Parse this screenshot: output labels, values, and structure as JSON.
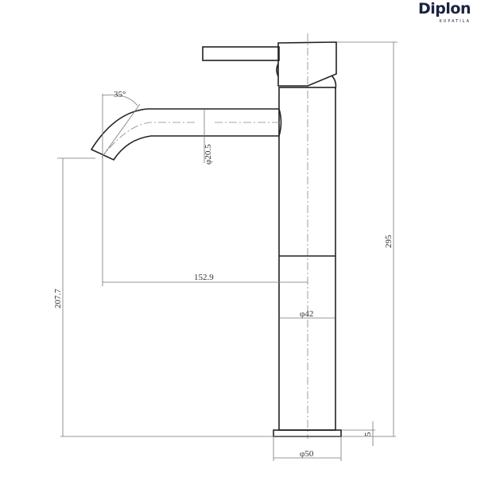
{
  "brand": {
    "name": "Diplon",
    "tagline": "KUPATILA"
  },
  "drawing": {
    "dimensions": {
      "spout_angle": "35°",
      "spout_diameter": "φ20.5",
      "spout_reach": "152.9",
      "spout_height": "207.7",
      "total_height": "295",
      "body_diameter": "φ42",
      "base_diameter": "φ50",
      "base_thickness": "5"
    }
  }
}
